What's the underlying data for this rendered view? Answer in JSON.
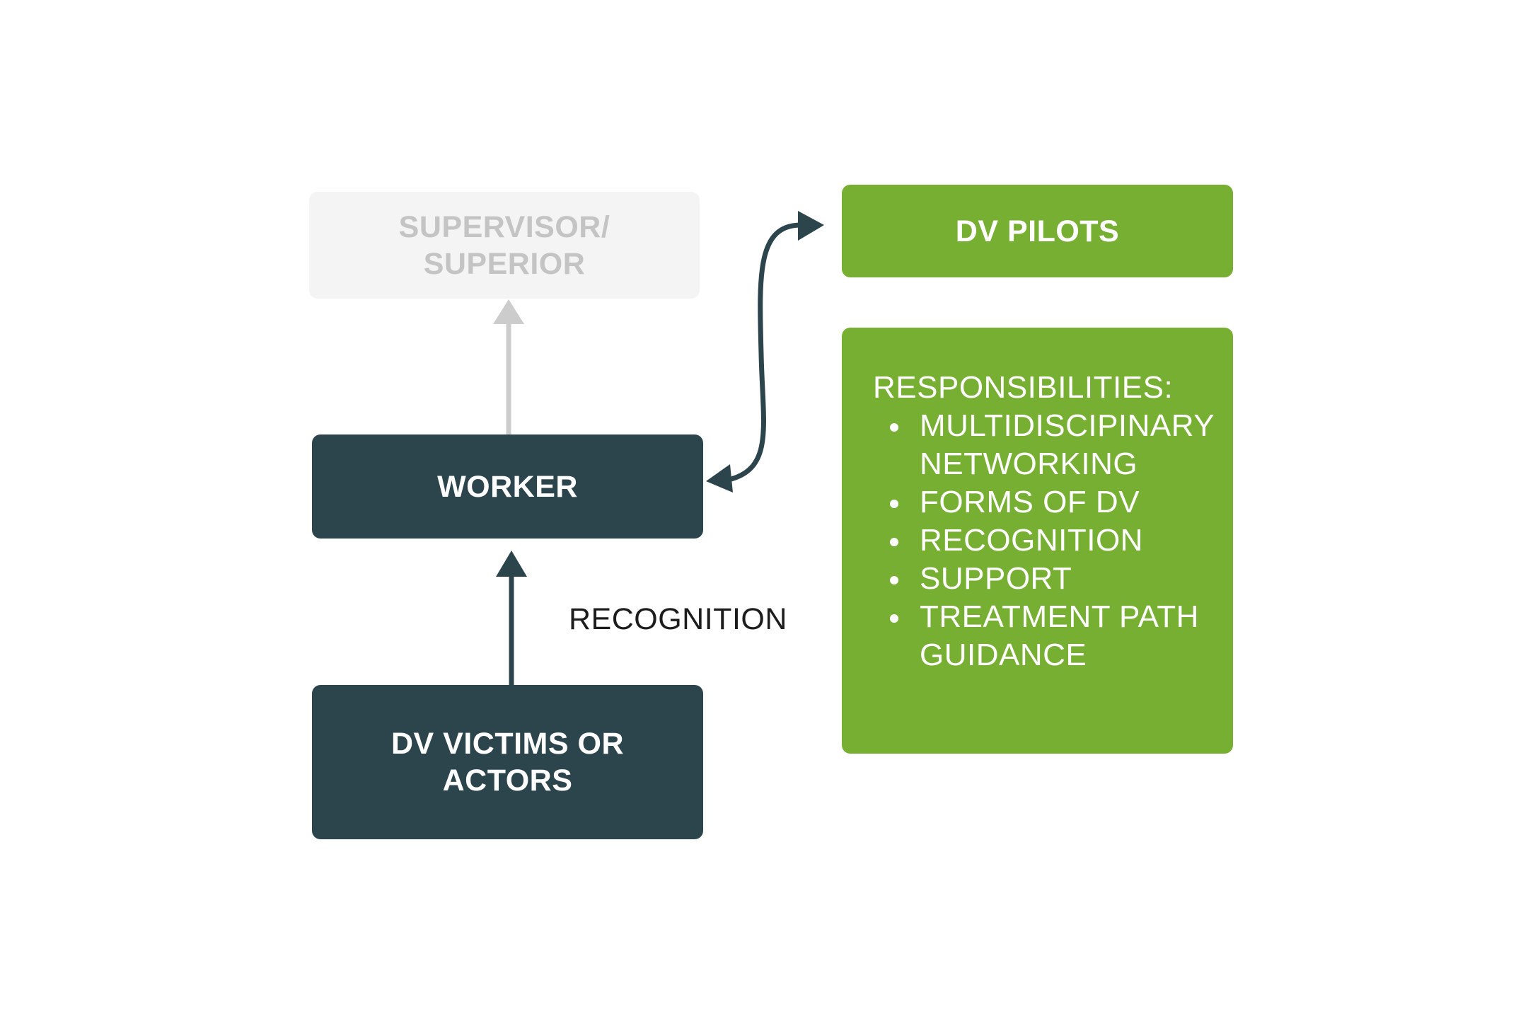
{
  "nodes": {
    "supervisor": [
      "SUPERVISOR/",
      "SUPERIOR"
    ],
    "worker": [
      "WORKER"
    ],
    "victims": [
      "DV VICTIMS OR",
      "ACTORS"
    ],
    "pilots": [
      "DV PILOTS"
    ]
  },
  "responsibilities": {
    "heading": "RESPONSIBILITIES:",
    "items": [
      [
        "MULTIDISCIPINARY",
        "NETWORKING"
      ],
      [
        "FORMS OF DV"
      ],
      [
        "RECOGNITION"
      ],
      [
        "SUPPORT"
      ],
      [
        "TREATMENT PATH",
        "GUIDANCE"
      ]
    ]
  },
  "edges": {
    "recognition_label": "RECOGNITION"
  },
  "colors": {
    "dark": "#2c444b",
    "green": "#76af31",
    "faded_box": "#f4f4f4",
    "faded_text": "#c4c4c4",
    "faded_arrow": "#cccccc"
  }
}
